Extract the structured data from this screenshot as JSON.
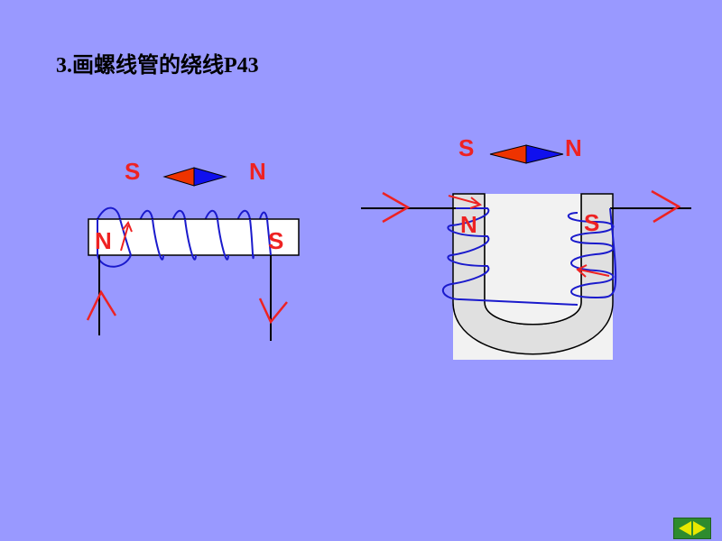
{
  "slide": {
    "title": "3.画螺线管的绕线P43"
  },
  "left_figure": {
    "compass_labels": {
      "south": "S",
      "north": "N"
    },
    "magnet_labels": {
      "left": "N",
      "right": "S"
    }
  },
  "right_figure": {
    "compass_labels": {
      "south": "S",
      "north": "N"
    },
    "magnet_labels": {
      "left": "N",
      "right": "S"
    }
  },
  "colors": {
    "background": "#9999ff",
    "coil": "#1a1acc",
    "arrow": "#ee2222",
    "pole_label": "#ee2222",
    "compass_south": "#ee3300",
    "compass_north": "#1010ee",
    "nav_bg": "#2e8b2e",
    "nav_arrow": "#e8e800"
  },
  "icons": {
    "prev": "triangle-left-icon",
    "next": "triangle-right-icon"
  }
}
